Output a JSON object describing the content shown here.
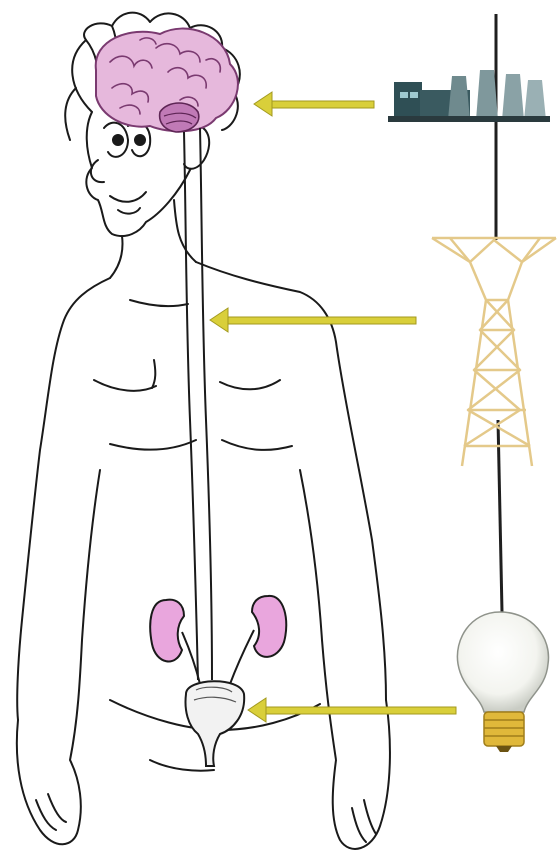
{
  "diagram": {
    "colors": {
      "background": "#ffffff",
      "outline": "#1a1a1a",
      "brain_fill": "#e6b8dc",
      "brain_stroke": "#7a3a70",
      "cerebellum_fill": "#c07ab6",
      "kidney_fill": "#e9a6dd",
      "bladder_fill": "#f2f2f2",
      "arrow_color": "#d9cf3a",
      "arrow_outline": "#a39a1f",
      "power_plant_fill": "#2f4f55",
      "tower_color": "#e4c98a",
      "wire_color": "#1f1f1f",
      "bulb_glass": "#f3f4ef",
      "bulb_base": "#e0b83a"
    },
    "left_panel": {
      "subject": "human-body",
      "organs": [
        "brain",
        "spinal-cord",
        "kidneys",
        "bladder"
      ]
    },
    "right_panel": {
      "items": [
        "power-plant-icon",
        "transmission-tower-icon",
        "light-bulb-icon"
      ]
    },
    "arrows": [
      {
        "from": "power-plant-icon",
        "to": "brain"
      },
      {
        "from": "transmission-tower-icon",
        "to": "spinal-cord"
      },
      {
        "from": "light-bulb-icon",
        "to": "bladder"
      }
    ]
  }
}
